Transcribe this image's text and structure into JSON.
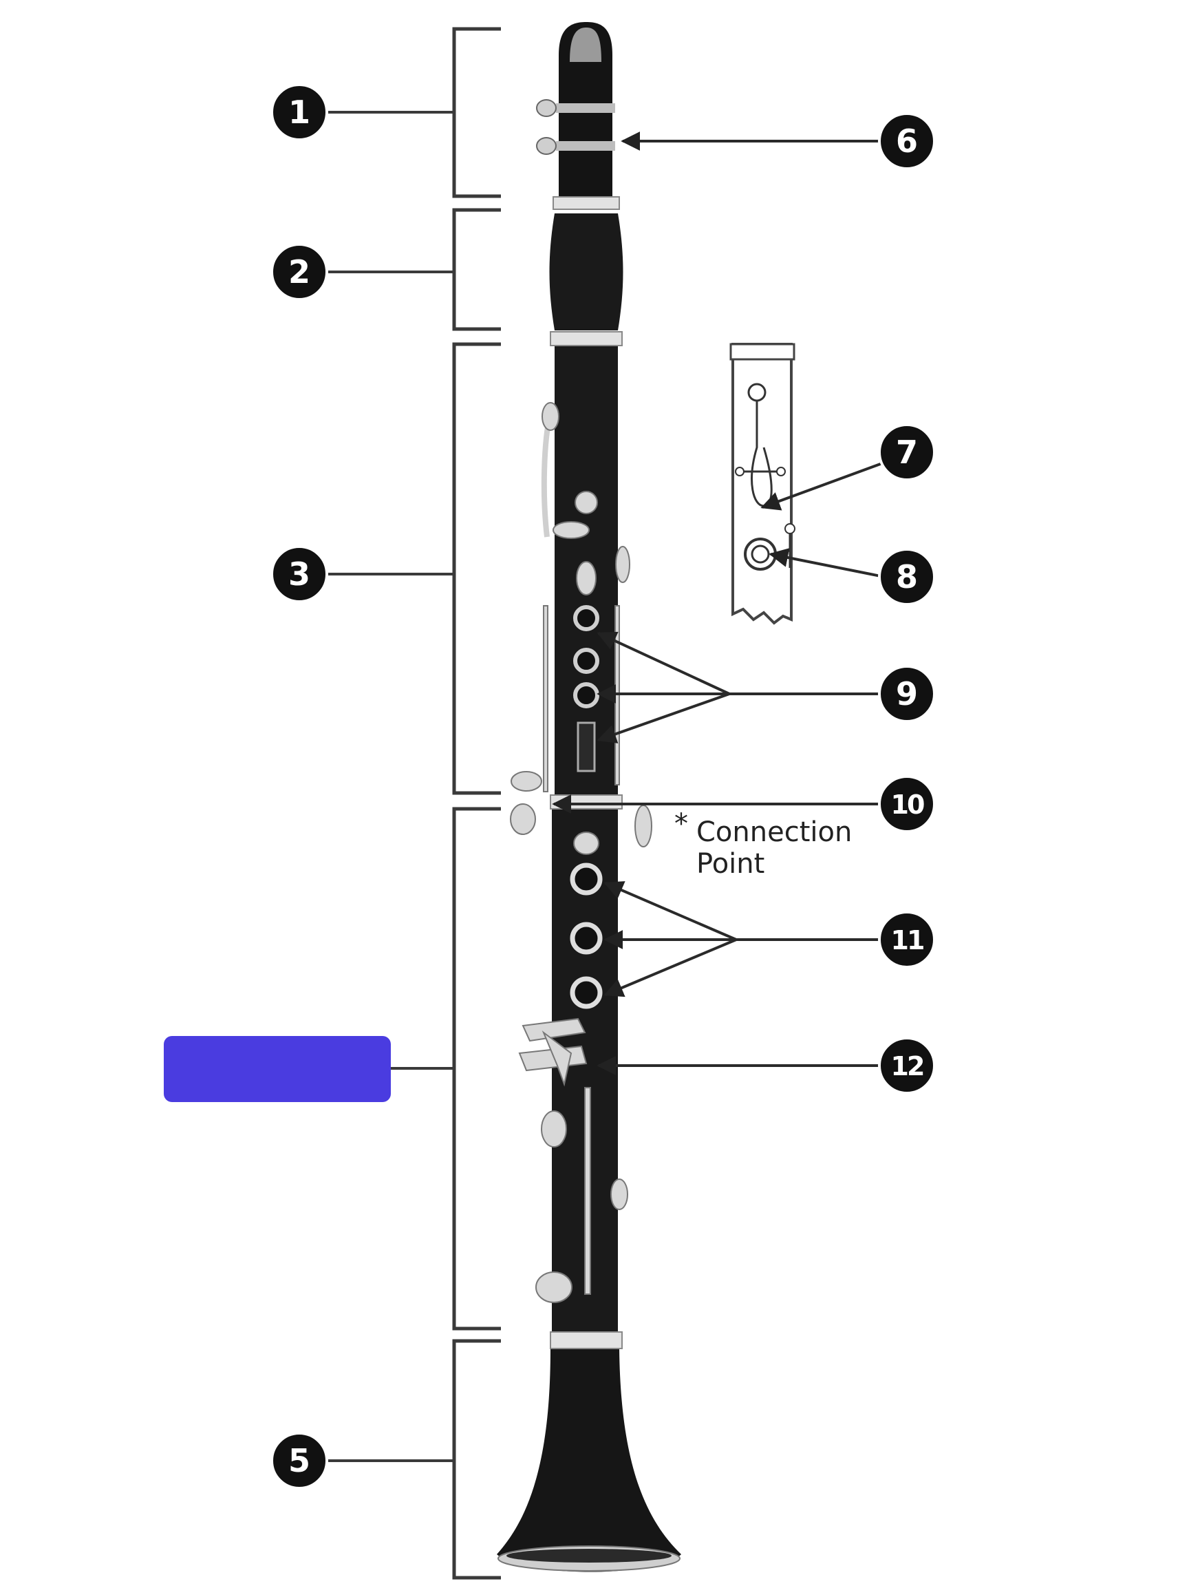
{
  "colors": {
    "ink": "#111111",
    "body": "#1a1a1a",
    "metal": "#d9d9d9",
    "mask": "#4a3ce0",
    "background": "#ffffff"
  },
  "callouts": {
    "c1": "1",
    "c2": "2",
    "c3": "3",
    "c5": "5",
    "c6": "6",
    "c7": "7",
    "c8": "8",
    "c9": "9",
    "c10": "10",
    "c11": "11",
    "c12": "12"
  },
  "connection_note": {
    "asterisk": "*",
    "line1": "Connection",
    "line2": "Point"
  },
  "hidden_label": {
    "state": "masked"
  }
}
